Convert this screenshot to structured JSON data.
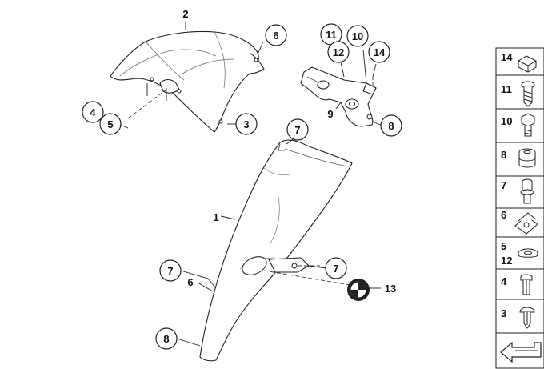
{
  "callouts": {
    "c1": "1",
    "c2": "2",
    "c3": "3",
    "c4": "4",
    "c5": "5",
    "c6": "6",
    "c6b": "6",
    "c7a": "7",
    "c7b": "7",
    "c7c": "7",
    "c8a": "8",
    "c8b": "8",
    "c9": "9",
    "c10": "10",
    "c11": "11",
    "c12": "12",
    "c13": "13",
    "c14": "14"
  },
  "legend": {
    "items": [
      {
        "label": "14",
        "icon": "cap-nut-icon"
      },
      {
        "label": "11",
        "icon": "screw-icon"
      },
      {
        "label": "10",
        "icon": "hex-bolt-icon"
      },
      {
        "label": "8",
        "icon": "rubber-grommet-icon"
      },
      {
        "label": "7",
        "icon": "shoulder-bolt-icon"
      },
      {
        "label": "6",
        "icon": "clip-nut-icon"
      },
      {
        "label": "5",
        "label2": "12",
        "icon": "washer-icon"
      },
      {
        "label": "4",
        "icon": "expansion-rivet-icon"
      },
      {
        "label": "3",
        "icon": "push-rivet-icon"
      }
    ],
    "arrow_icon": "next-page-arrow-icon"
  }
}
